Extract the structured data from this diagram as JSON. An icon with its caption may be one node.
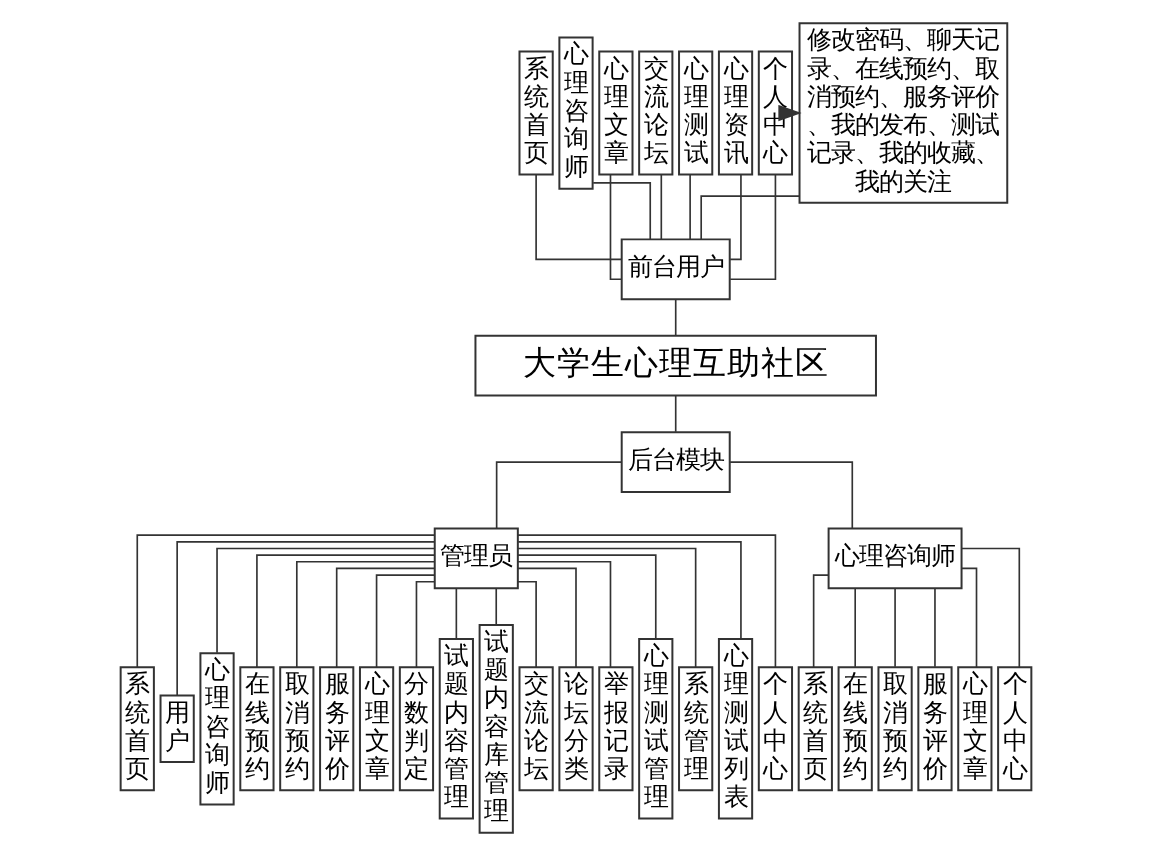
{
  "diagram": {
    "nodes": [
      {
        "text": [
          "系统首页"
        ]
      },
      {
        "text": [
          "心理咨询师"
        ]
      },
      {
        "text": [
          "心理文章"
        ]
      },
      {
        "text": [
          "交流论坛"
        ]
      },
      {
        "text": [
          "心理测试"
        ]
      },
      {
        "text": [
          "心理资讯"
        ]
      },
      {
        "text": [
          "个人中心"
        ]
      },
      {
        "text": [
          "修改密码、聊天记录、在线预约、取消预约、服务评价、我的发布、测试记录、我的收藏、我的关注"
        ]
      },
      {
        "text": [
          "前台用户"
        ]
      },
      {
        "text": [
          "大学生心理互助社区"
        ]
      },
      {
        "text": [
          "后台模块"
        ]
      },
      {
        "text": [
          "管理员"
        ]
      },
      {
        "text": [
          "心理咨询师"
        ]
      },
      {
        "text": [
          "系统首页"
        ]
      },
      {
        "text": [
          "用户"
        ]
      },
      {
        "text": [
          "心理咨询师"
        ]
      },
      {
        "text": [
          "在线预约"
        ]
      },
      {
        "text": [
          "取消预约"
        ]
      },
      {
        "text": [
          "服务评价"
        ]
      },
      {
        "text": [
          "心理文章"
        ]
      },
      {
        "text": [
          "分数判定"
        ]
      },
      {
        "text": [
          "试题内容管理"
        ]
      },
      {
        "text": [
          "试题内容库管理"
        ]
      },
      {
        "text": [
          "交流论坛"
        ]
      },
      {
        "text": [
          "论坛分类"
        ]
      },
      {
        "text": [
          "举报记录"
        ]
      },
      {
        "text": [
          "心理测试管理"
        ]
      },
      {
        "text": [
          "系统管理"
        ]
      },
      {
        "text": [
          "心理测试列表"
        ]
      },
      {
        "text": [
          "个人中心"
        ]
      },
      {
        "text": [
          "系统首页"
        ]
      },
      {
        "text": [
          "在线预约"
        ]
      },
      {
        "text": [
          "取消预约"
        ]
      },
      {
        "text": [
          "服务评价"
        ]
      },
      {
        "text": [
          "心理文章"
        ]
      },
      {
        "text": [
          "个人中心"
        ]
      }
    ],
    "edges": [
      {
        "from": 0,
        "to": 8,
        "arrow": "none"
      },
      {
        "from": 1,
        "to": 8,
        "arrow": "none"
      },
      {
        "from": 2,
        "to": 8,
        "arrow": "none"
      },
      {
        "from": 3,
        "to": 8,
        "arrow": "none"
      },
      {
        "from": 4,
        "to": 8,
        "arrow": "none"
      },
      {
        "from": 5,
        "to": 8,
        "arrow": "none"
      },
      {
        "from": 6,
        "to": 8,
        "arrow": "none"
      },
      {
        "from": 7,
        "to": 8,
        "arrow": "none"
      },
      {
        "from": 6,
        "to": 7,
        "arrow": "to"
      },
      {
        "from": 8,
        "to": 9,
        "arrow": "none"
      },
      {
        "from": 9,
        "to": 10,
        "arrow": "none"
      },
      {
        "from": 10,
        "to": 11,
        "arrow": "none"
      },
      {
        "from": 10,
        "to": 12,
        "arrow": "none"
      },
      {
        "from": 11,
        "to": 13,
        "arrow": "none"
      },
      {
        "from": 11,
        "to": 14,
        "arrow": "none"
      },
      {
        "from": 11,
        "to": 15,
        "arrow": "none"
      },
      {
        "from": 11,
        "to": 16,
        "arrow": "none"
      },
      {
        "from": 11,
        "to": 17,
        "arrow": "none"
      },
      {
        "from": 11,
        "to": 18,
        "arrow": "none"
      },
      {
        "from": 11,
        "to": 19,
        "arrow": "none"
      },
      {
        "from": 11,
        "to": 20,
        "arrow": "none"
      },
      {
        "from": 11,
        "to": 21,
        "arrow": "none"
      },
      {
        "from": 11,
        "to": 22,
        "arrow": "none"
      },
      {
        "from": 11,
        "to": 23,
        "arrow": "none"
      },
      {
        "from": 11,
        "to": 24,
        "arrow": "none"
      },
      {
        "from": 11,
        "to": 25,
        "arrow": "none"
      },
      {
        "from": 11,
        "to": 26,
        "arrow": "none"
      },
      {
        "from": 11,
        "to": 27,
        "arrow": "none"
      },
      {
        "from": 11,
        "to": 28,
        "arrow": "none"
      },
      {
        "from": 11,
        "to": 29,
        "arrow": "none"
      },
      {
        "from": 12,
        "to": 30,
        "arrow": "none"
      },
      {
        "from": 12,
        "to": 31,
        "arrow": "none"
      },
      {
        "from": 12,
        "to": 32,
        "arrow": "none"
      },
      {
        "from": 12,
        "to": 33,
        "arrow": "none"
      },
      {
        "from": 12,
        "to": 34,
        "arrow": "none"
      },
      {
        "from": 12,
        "to": 35,
        "arrow": "none"
      }
    ]
  }
}
